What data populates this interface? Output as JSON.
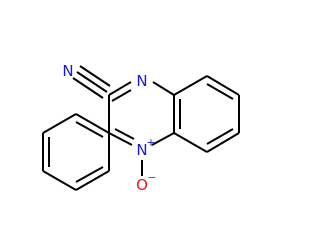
{
  "molecule": {
    "atoms": [
      {
        "id": "N_nitrile",
        "label": "N",
        "color": "#1818e6"
      },
      {
        "id": "N_ring_top",
        "label": "N",
        "color": "#1818e6"
      },
      {
        "id": "N_oxide",
        "label": "N",
        "color": "#1818e6",
        "charge": "+"
      },
      {
        "id": "O_oxide",
        "label": "O",
        "color": "#e61818",
        "charge": "−"
      }
    ]
  }
}
